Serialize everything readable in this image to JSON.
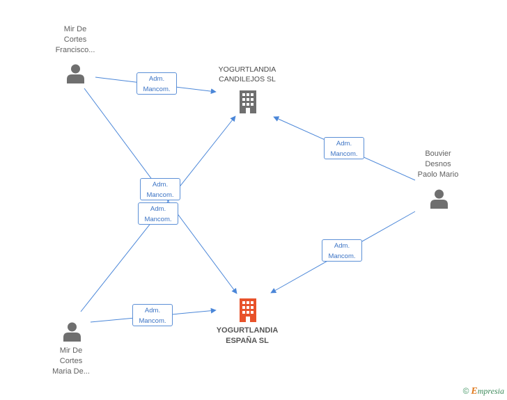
{
  "nodes": {
    "person_top": {
      "lines": [
        "Mir De",
        "Cortes",
        "Francisco..."
      ]
    },
    "person_right": {
      "lines": [
        "Bouvier",
        "Desnos",
        "Paolo Mario"
      ]
    },
    "person_bottom": {
      "lines": [
        "Mir De",
        "Cortes",
        "Maria De..."
      ]
    },
    "company_top": {
      "lines": [
        "YOGURTLANDIA",
        "CANDILEJOS SL"
      ]
    },
    "company_main": {
      "lines": [
        "YOGURTLANDIA",
        "ESPAÑA SL"
      ]
    }
  },
  "edges": [
    {
      "id": "e1",
      "line1": "Adm.",
      "line2": "Mancom."
    },
    {
      "id": "e2",
      "line1": "Adm.",
      "line2": "Mancom."
    },
    {
      "id": "e3",
      "line1": "Adm.",
      "line2": "Mancom."
    },
    {
      "id": "e4",
      "line1": "Adm.",
      "line2": "Mancom."
    },
    {
      "id": "e5",
      "line1": "Adm.",
      "line2": "Mancom."
    },
    {
      "id": "e6",
      "line1": "Adm.",
      "line2": "Mancom."
    }
  ],
  "footer": {
    "copyright": "©",
    "brand_initial": "E",
    "brand_rest": "mpresia"
  },
  "colors": {
    "edge": "#4a86d8",
    "person": "#6f6f6f",
    "company": "#6f6f6f",
    "company_main": "#e8522a"
  }
}
